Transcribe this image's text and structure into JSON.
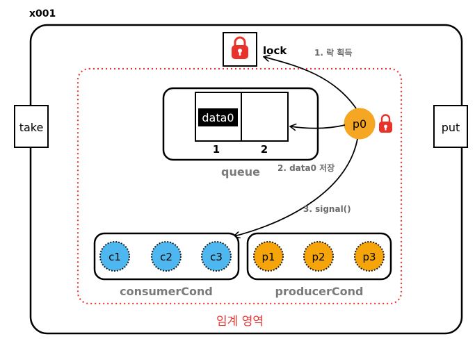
{
  "object_id": "x001",
  "lock_label": "lock",
  "methods": {
    "take": "take",
    "put": "put"
  },
  "queue": {
    "label": "queue",
    "slots": [
      {
        "value": "data0",
        "index": "1"
      },
      {
        "value": "",
        "index": "2"
      }
    ]
  },
  "thread_p0": "p0",
  "steps": {
    "step1": "1. 락 획득",
    "step2": "2. data0 저장",
    "step3": "3. signal()"
  },
  "consumer_cond": {
    "label": "consumerCond",
    "threads": [
      "c1",
      "c2",
      "c3"
    ]
  },
  "producer_cond": {
    "label": "producerCond",
    "threads": [
      "p1",
      "p2",
      "p3"
    ]
  },
  "critical_section_label": "임계 영역",
  "colors": {
    "lock_red": "#e8322a",
    "critical_border": "#e53935",
    "consumer_thread": "#4fb7ef",
    "producer_thread": "#f5a50a",
    "p0_thread": "#f5a623",
    "text_gray": "#6b6b6b",
    "label_gray": "#7a7a7a"
  }
}
